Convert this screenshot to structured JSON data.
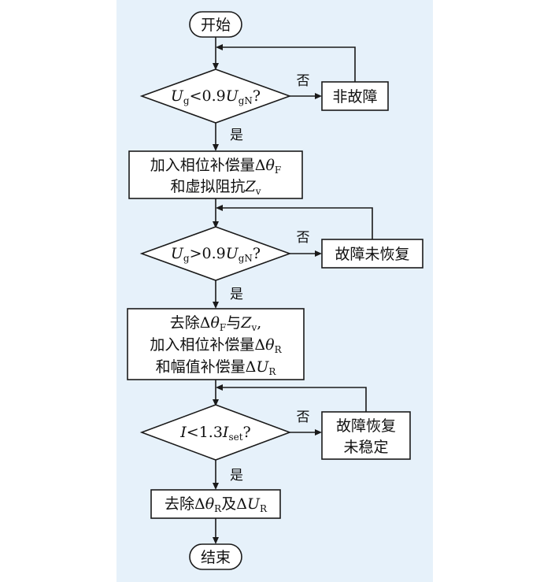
{
  "labels": {
    "yes": "是",
    "no": "否"
  },
  "start": "开始",
  "end": "结束",
  "decision1": {
    "var": "U",
    "var_sub": "g",
    "op": "<0.9",
    "ref": "U",
    "ref_sub": "gN",
    "q": "?"
  },
  "no_fault": "非故障",
  "step1": {
    "line1": "加入相位补偿量Δ",
    "line1_sym": "θ",
    "line1_sub": "F",
    "line2": "和虚拟阻抗",
    "line2_sym": "Z",
    "line2_sub": "v"
  },
  "decision2": {
    "var": "U",
    "var_sub": "g",
    "op": ">0.9",
    "ref": "U",
    "ref_sub": "gN",
    "q": "?"
  },
  "fault_not_recovered": "故障未恢复",
  "step2": {
    "line1_a": "去除Δ",
    "line1_sym1": "θ",
    "line1_sub1": "F",
    "line1_mid": "与",
    "line1_sym2": "Z",
    "line1_sub2": "v",
    "line1_end": ",",
    "line2": "加入相位补偿量Δ",
    "line2_sym": "θ",
    "line2_sub": "R",
    "line3": "和幅值补偿量Δ",
    "line3_sym": "U",
    "line3_sub": "R"
  },
  "decision3": {
    "var": "I",
    "op": "<1.3",
    "ref": "I",
    "ref_sub": "set",
    "q": "?"
  },
  "fault_unstable": {
    "line1": "故障恢复",
    "line2": "未稳定"
  },
  "step3": {
    "a": "去除Δ",
    "sym1": "θ",
    "sub1": "R",
    "mid": "及Δ",
    "sym2": "U",
    "sub2": "R"
  }
}
